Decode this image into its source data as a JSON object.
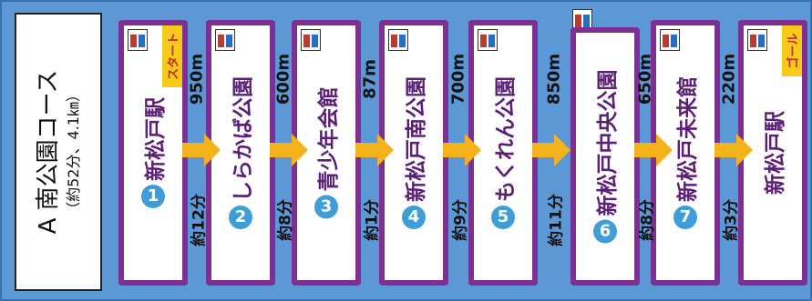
{
  "title": {
    "main": "A 南公園コース",
    "sub": "（約52分、4.1㎞）"
  },
  "stops": [
    {
      "num": "1",
      "name": "新松戸駅",
      "badge": "スタート"
    },
    {
      "num": "2",
      "name": "しらかば公園"
    },
    {
      "num": "3",
      "name": "青少年会館"
    },
    {
      "num": "4",
      "name": "新松戸南公園"
    },
    {
      "num": "5",
      "name": "もくれん公園"
    },
    {
      "num": "6",
      "name": "新松戸中央公園"
    },
    {
      "num": "7",
      "name": "新松戸未来館"
    },
    {
      "num": "",
      "name": "新松戸駅",
      "badge": "ゴール"
    }
  ],
  "legs": [
    {
      "distance": "950m",
      "time": "約12分"
    },
    {
      "distance": "600m",
      "time": "約8分"
    },
    {
      "distance": "87m",
      "time": "約1分"
    },
    {
      "distance": "700m",
      "time": "約9分"
    },
    {
      "distance": "850m",
      "time": "約11分"
    },
    {
      "distance": "650m",
      "time": "約8分"
    },
    {
      "distance": "220m",
      "time": "約3分"
    }
  ],
  "colors": {
    "background": "#5c97d6",
    "stop_border": "#7d2f92",
    "arrow": "#f5b21a",
    "badge": "#f7c919",
    "number_circle": "#3f9dd8"
  }
}
